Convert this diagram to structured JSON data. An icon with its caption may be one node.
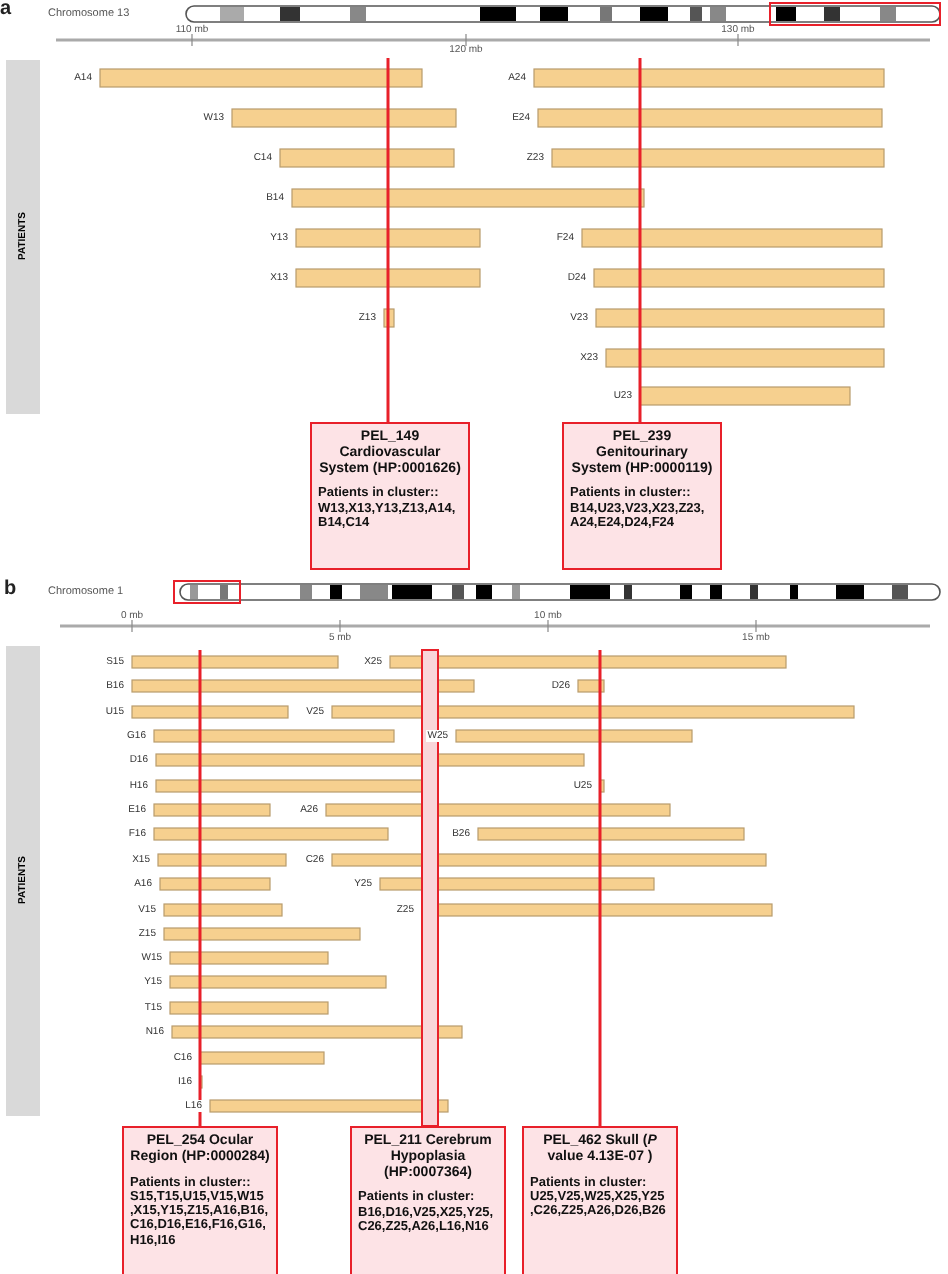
{
  "diagram": {
    "nodes": [
      {
        "text": [
          "PEL_149 Cardiovascular System (HP:0001626)",
          "Patients in cluster:: W13,X13,Y13,Z13,A14, B14,C14"
        ]
      },
      {
        "text": [
          "PEL_239 Genitourinary System (HP:0000119)",
          "Patients in cluster:: B14,U23,V23,X23,Z23, A24,E24,D24,F24"
        ]
      },
      {
        "text": [
          "PEL_254 Ocular Region (HP:0000284)",
          "Patients in cluster:: S15,T15,U15,V15,W15 ,X15,Y15,Z15,A16,B16, C16,D16,E16,F16,G16, H16,I16"
        ]
      },
      {
        "text": [
          "PEL_211 Cerebrum Hypoplasia (HP:0007364)",
          "Patients in cluster: B16,D16,V25,X25,Y25, C26,Z25,A26,L16,N16"
        ]
      },
      {
        "text": [
          "PEL_462 Skull (*P* value 4.13E-07 )",
          "Patients in cluster: U25,V25,W25,X25,Y25 ,C26,Z25,A26,D26,B26"
        ]
      }
    ],
    "edges": [
      {
        "from": 0,
        "to": null,
        "arrow": "none"
      },
      {
        "from": 1,
        "to": null,
        "arrow": "none"
      },
      {
        "from": 2,
        "to": null,
        "arrow": "none"
      },
      {
        "from": 3,
        "to": null,
        "arrow": "none",
        "style": "thick",
        "color": "#f9d6da"
      },
      {
        "from": 4,
        "to": null,
        "arrow": "none"
      }
    ],
    "labels": [
      "a",
      "Chromosome 13",
      "110 mb",
      "130 mb",
      "120 mb",
      "PATIENTS",
      "A14",
      "A24",
      "W13",
      "E24",
      "C14",
      "Z23",
      "B14",
      "Y13",
      "F24",
      "X13",
      "D24",
      "Z13",
      "V23",
      "X23",
      "U23",
      "b",
      "Chromosome 1",
      "0 mb",
      "10 mb",
      "5 mb",
      "15 mb",
      "PATIENTS",
      "S15",
      "X25",
      "B16",
      "D26",
      "U15",
      "V25",
      "G16",
      "W25",
      "D16",
      "H16",
      "U25",
      "E16",
      "A26",
      "F16",
      "B26",
      "X15",
      "C26",
      "A16",
      "Y25",
      "V15",
      "Z25",
      "Z15",
      "W15",
      "Y15",
      "T15",
      "N16",
      "C16",
      "I16",
      "L16"
    ]
  }
}
